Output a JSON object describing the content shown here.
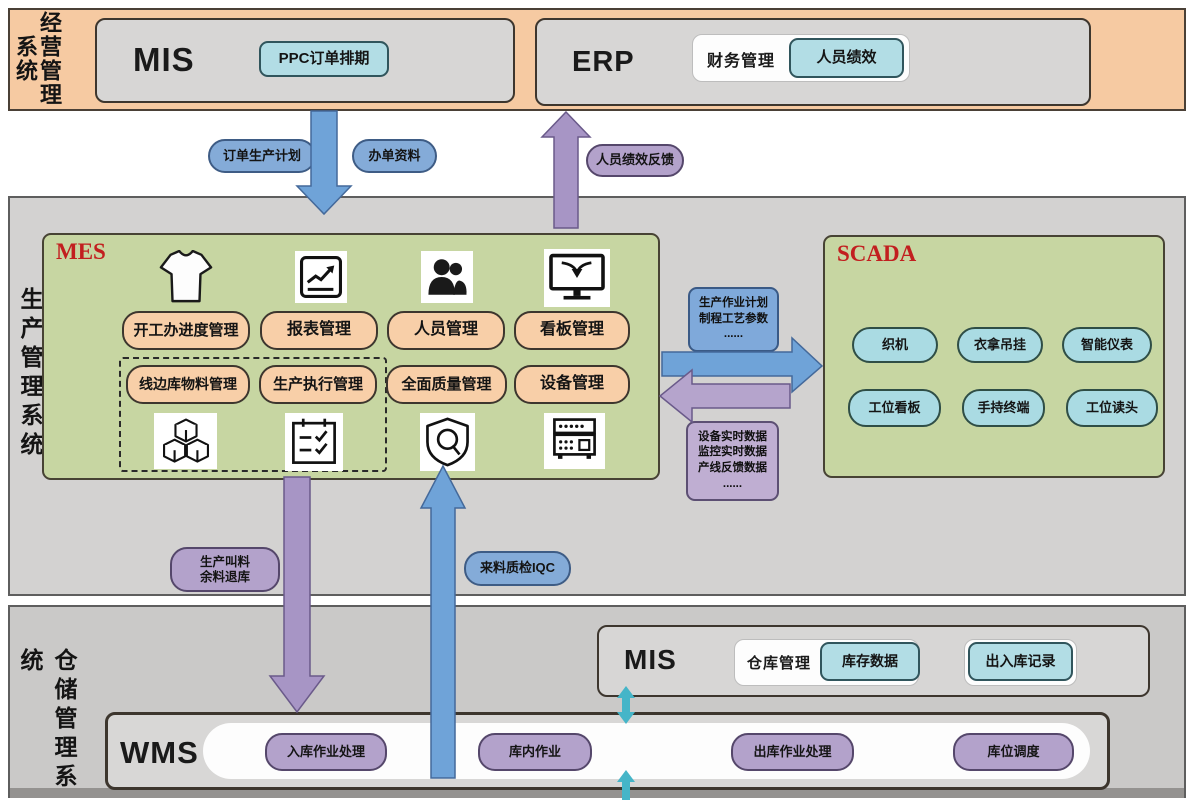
{
  "colors": {
    "top_band_peach": "#f6caa2",
    "gray_band": "#d3d2d1",
    "panel_gray": "#d7d6d5",
    "green_panel": "#c7d6a2",
    "peach_pill": "#f8cfa8",
    "cyan_pill": "#b2dde5",
    "flow_blue": "#6fa3d8",
    "flow_purple": "#a795c5",
    "teal_arrow": "#45b5c8",
    "title_red": "#c21f1f"
  },
  "top_section": {
    "side_label_main": "经营管理",
    "side_label_sub": "系统",
    "mis": {
      "title": "MIS",
      "pill": "PPC订单排期"
    },
    "erp": {
      "title": "ERP",
      "label": "财务管理",
      "pill": "人员绩效"
    }
  },
  "top_flows": {
    "down1": "订单生产计划",
    "down2": "办单资料",
    "up": "人员绩效反馈"
  },
  "production_section": {
    "side_label": "生产管理系统",
    "mes": {
      "title": "MES",
      "row1_pills": [
        "开工办进度管理",
        "报表管理",
        "人员管理",
        "看板管理"
      ],
      "row2_pills": [
        "线边库物料管理",
        "生产执行管理",
        "全面质量管理",
        "设备管理"
      ],
      "icons_row1": [
        "tshirt-garment-icon",
        "report-chart-icon",
        "staff-people-icon",
        "kanban-monitor-icon"
      ],
      "icons_row2": [
        "material-cubes-icon",
        "work-order-checklist-icon",
        "quality-shield-icon",
        "equipment-machine-icon"
      ]
    },
    "scada": {
      "title": "SCADA",
      "row1_pills": [
        "织机",
        "衣拿吊挂",
        "智能仪表"
      ],
      "row2_pills": [
        "工位看板",
        "手持终端",
        "工位读头"
      ]
    },
    "mes_to_scada": [
      "生产作业计划",
      "制程工艺参数",
      "......"
    ],
    "scada_to_mes": [
      "设备实时数据",
      "监控实时数据",
      "产线反馈数据",
      "......"
    ]
  },
  "mid_flows": {
    "down": [
      "生产叫料",
      "余料退库"
    ],
    "up": "来料质检IQC"
  },
  "warehouse_section": {
    "side_label": "仓储管理系统",
    "mis": {
      "title": "MIS",
      "label": "仓库管理",
      "pill1": "库存数据",
      "pill2": "出入库记录"
    },
    "wms": {
      "title": "WMS",
      "pills": [
        "入库作业处理",
        "库内作业",
        "出库作业处理",
        "库位调度"
      ]
    }
  }
}
